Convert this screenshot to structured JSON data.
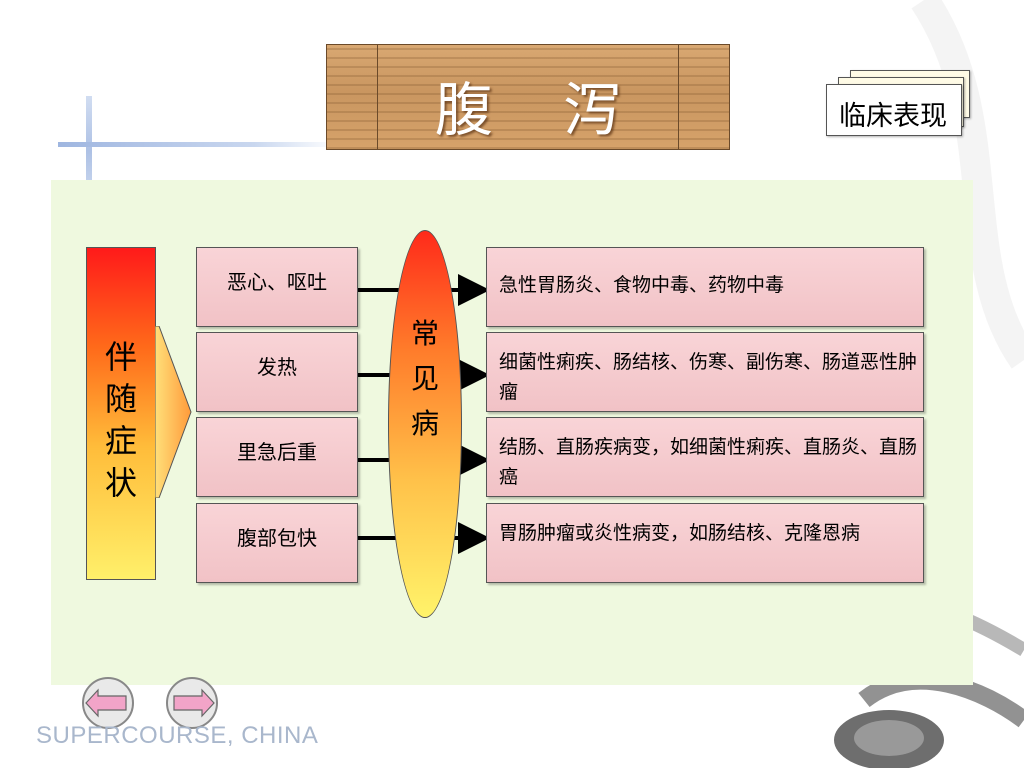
{
  "title": "腹 泻",
  "clinical_tag": "临床表现",
  "left_label": "伴随症状",
  "center_label": "常见病",
  "rows": [
    {
      "symptom": "恶心、呕吐",
      "disease": "急性胃肠炎、食物中毒、药物中毒"
    },
    {
      "symptom": "发热",
      "disease": "细菌性痢疾、肠结核、伤寒、副伤寒、肠道恶性肿瘤"
    },
    {
      "symptom": "里急后重",
      "disease": "结肠、直肠疾病变，如细菌性痢疾、直肠炎、直肠癌"
    },
    {
      "symptom": "腹部包快",
      "disease": "胃肠肿瘤或炎性病变，如肠结核、克隆恩病"
    }
  ],
  "footer": "SUPERCOURSE, CHINA",
  "colors": {
    "panel": "#eff9df",
    "box_fill": "#f4c8cc",
    "nav_button": "#f2a4c8"
  }
}
